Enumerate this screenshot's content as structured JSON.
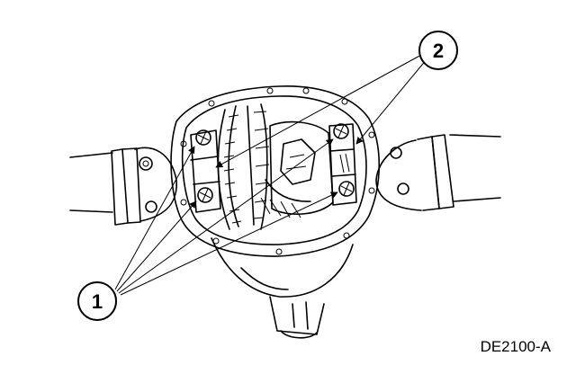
{
  "callouts": [
    {
      "id": "callout-1",
      "label": "1"
    },
    {
      "id": "callout-2",
      "label": "2"
    }
  ],
  "figure_code": "DE2100-A"
}
